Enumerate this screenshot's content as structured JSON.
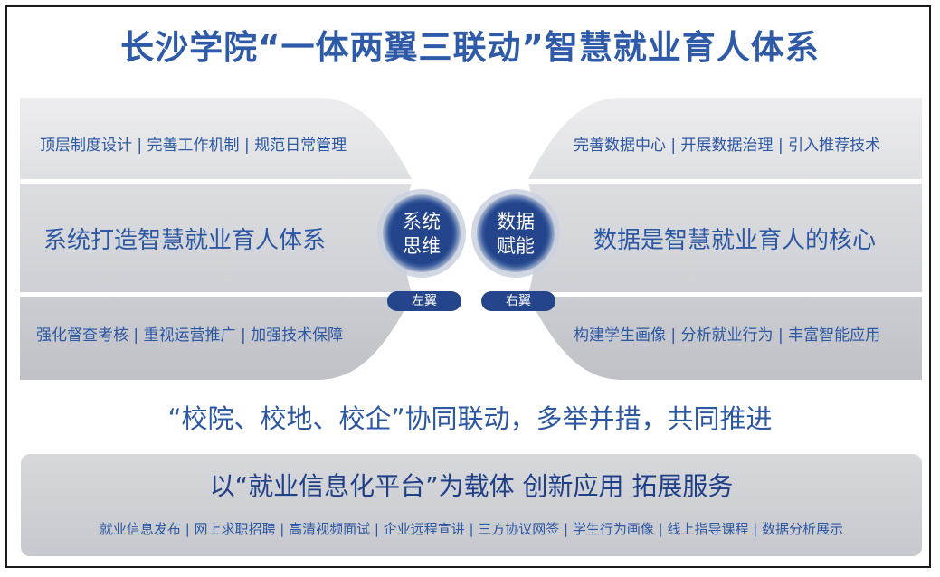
{
  "title": "长沙学院“一体两翼三联动”智慧就业育人体系",
  "left": {
    "top": "顶层制度设计 | 完善工作机制 | 规范日常管理",
    "middle": "系统打造智慧就业育人体系",
    "bottom": "强化督查考核 | 重视运营推广 | 加强技术保障",
    "circle_line1": "系统",
    "circle_line2": "思维",
    "tag": "左翼"
  },
  "right": {
    "top": "完善数据中心 | 开展数据治理 | 引入推荐技术",
    "middle": "数据是智慧就业育人的核心",
    "bottom": "构建学生画像 | 分析就业行为 | 丰富智能应用",
    "circle_line1": "数据",
    "circle_line2": "赋能",
    "tag": "右翼"
  },
  "linkage": "“校院、校地、校企”协同联动，多举并措，共同推进",
  "platform": {
    "title": "以“就业信息化平台”为载体  创新应用 拓展服务",
    "services": "就业信息发布 | 网上求职招聘 | 高清视频面试 | 企业远程宣讲 | 三方协议网签 | 学生行为画像 | 线上指导课程 | 数据分析展示"
  },
  "colors": {
    "accent": "#2c57a2",
    "circle": "#24458b",
    "band_light": "#e8e8ea",
    "band_mid": "#d6d7db",
    "band_dark": "#c4c6cb"
  }
}
